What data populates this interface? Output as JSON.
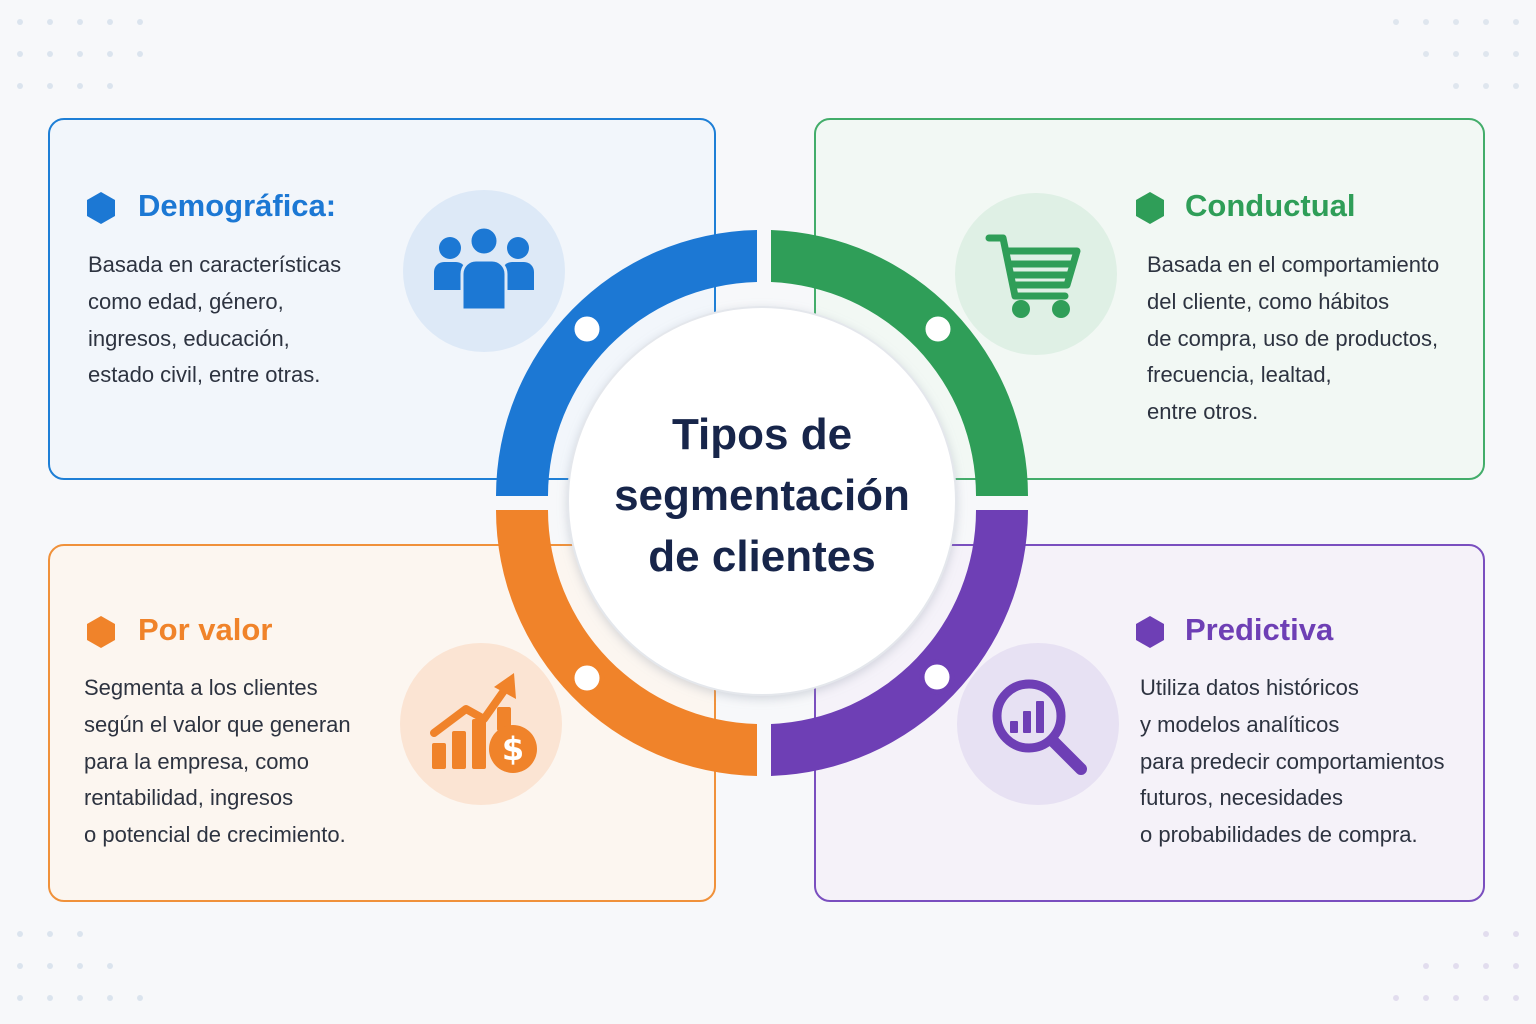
{
  "center": {
    "line1": "Tipos de",
    "line2": "segmentación",
    "line3": "de clientes"
  },
  "segments": {
    "demografica": {
      "title": "Demográfica:",
      "color": "#1c78d4",
      "icon": "people-group-icon",
      "lines": [
        "Basada en características",
        "como edad, género,",
        "ingresos, educación,",
        "estado civil, entre otras."
      ]
    },
    "conductual": {
      "title": "Conductual",
      "color": "#2f9e58",
      "icon": "shopping-cart-icon",
      "lines": [
        "Basada en el comportamiento",
        "del cliente, como hábitos",
        "de compra, uso de productos,",
        "frecuencia, lealtad,",
        "entre otros."
      ]
    },
    "por_valor": {
      "title": "Por valor",
      "color": "#f0832a",
      "icon": "growth-dollar-icon",
      "lines": [
        "Segmenta a los clientes",
        "según el valor que generan",
        "para la empresa, como",
        "rentabilidad, ingresos",
        "o potencial de crecimiento."
      ]
    },
    "predictiva": {
      "title": "Predictiva",
      "color": "#6e3fb5",
      "icon": "magnifier-chart-icon",
      "lines": [
        "Utiliza datos históricos",
        "y modelos analíticos",
        "para predecir comportamientos",
        "futuros, necesidades",
        "o probabilidades de compra."
      ]
    }
  }
}
